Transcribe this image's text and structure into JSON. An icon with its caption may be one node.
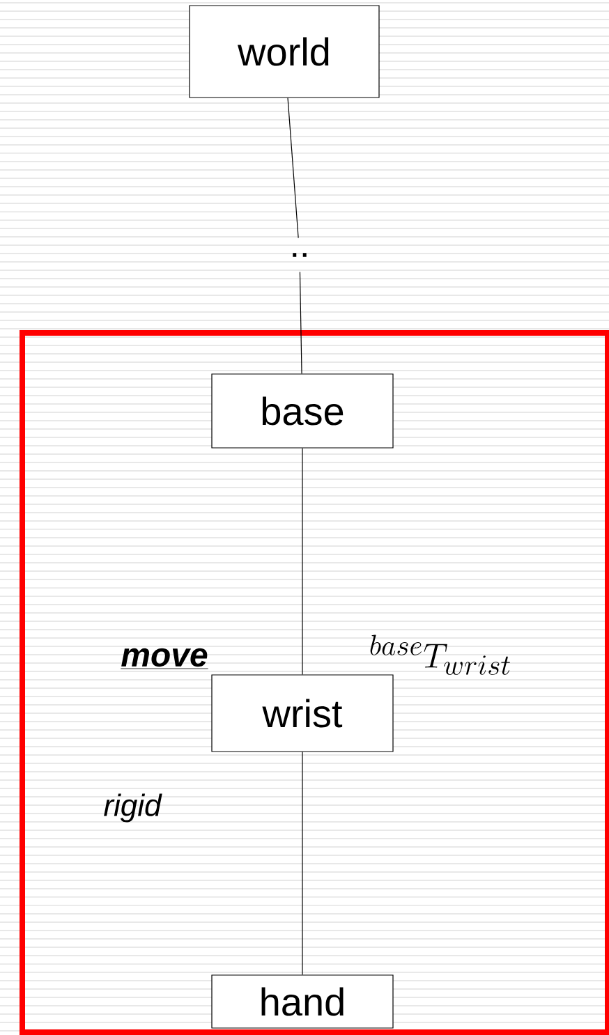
{
  "diagram": {
    "nodes": [
      {
        "text": [
          "world"
        ]
      },
      {
        "text": [
          ".."
        ]
      },
      {
        "text": [],
        "shape": "box"
      },
      {
        "text": [
          "base"
        ],
        "in": 2
      },
      {
        "text": [
          "wrist"
        ],
        "in": 2
      },
      {
        "text": [
          "hand"
        ],
        "in": 2
      }
    ],
    "edges": [
      {
        "from": 0,
        "to": 1,
        "arrow": "none"
      },
      {
        "from": 1,
        "to": 3,
        "arrow": "none"
      },
      {
        "from": 3,
        "to": 4,
        "arrow": "none"
      },
      {
        "from": 4,
        "to": 5,
        "arrow": "none"
      }
    ],
    "labels": [
      "move",
      "^{base}T_{wrist}",
      "rigid"
    ]
  }
}
